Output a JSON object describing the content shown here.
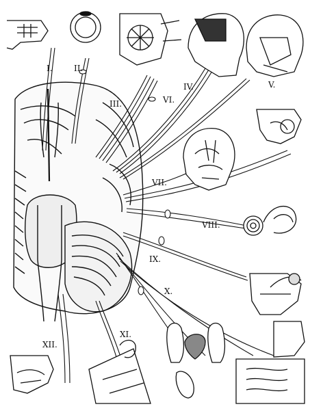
{
  "labels": {
    "n1": "I.",
    "n2": "II.",
    "n3": "III.",
    "n4": "IV.",
    "n5": "V.",
    "n6": "VI.",
    "n7": "VII.",
    "n8": "VIII.",
    "n9": "IX.",
    "n10": "X.",
    "n11": "XI.",
    "n12": "XII."
  },
  "colors": {
    "ink": "#111111",
    "paper": "#ffffff"
  }
}
